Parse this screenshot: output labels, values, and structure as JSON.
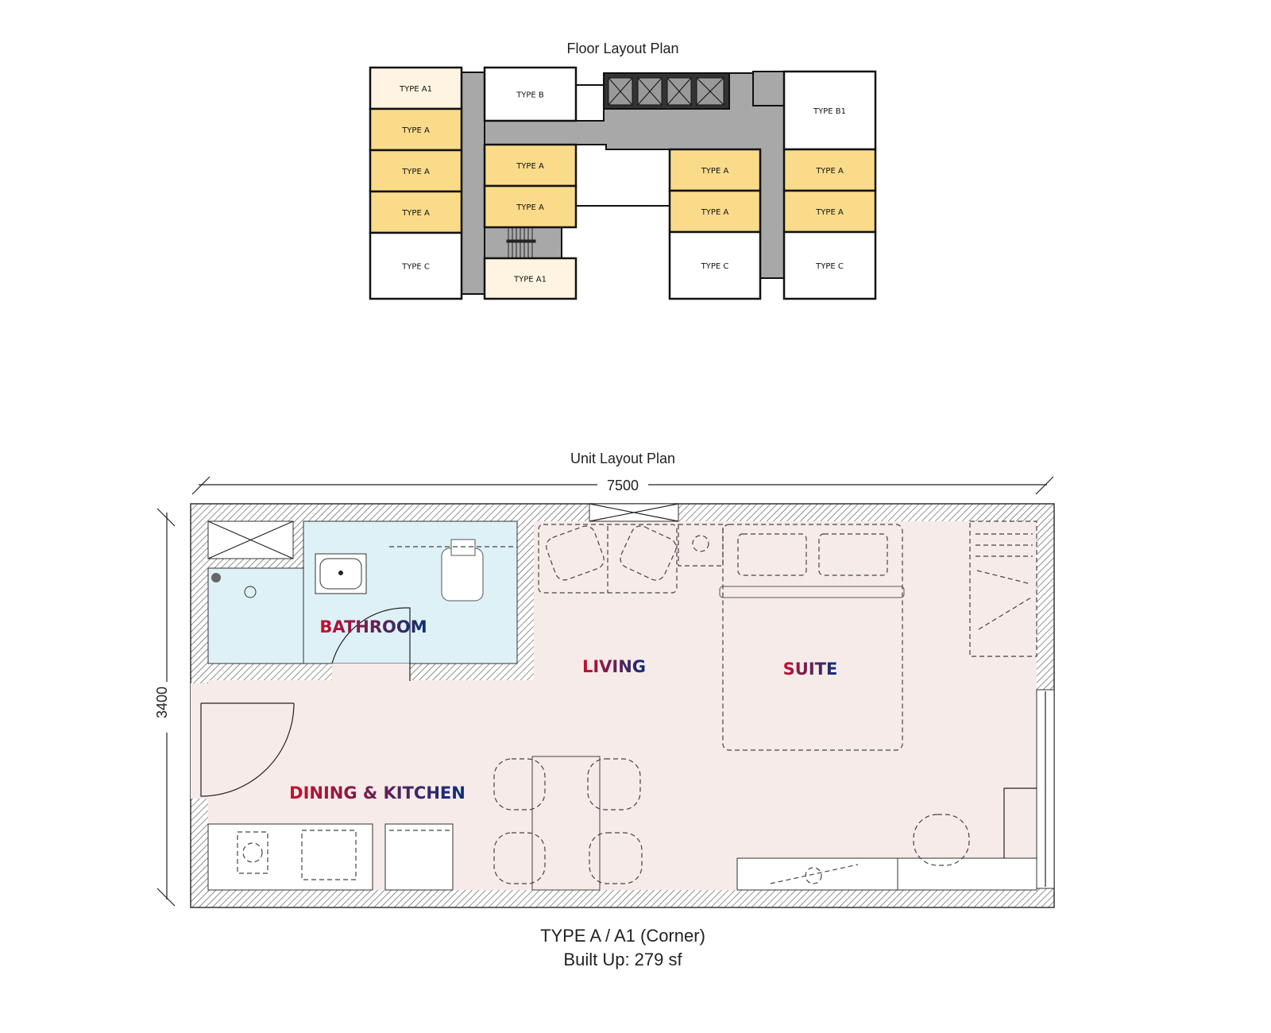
{
  "floor_plan": {
    "title": "Floor Layout Plan",
    "units": [
      {
        "label": "TYPE A1",
        "kind": "a1"
      },
      {
        "label": "TYPE A",
        "kind": "a"
      },
      {
        "label": "TYPE A",
        "kind": "a"
      },
      {
        "label": "TYPE A",
        "kind": "a"
      },
      {
        "label": "TYPE C",
        "kind": "other"
      },
      {
        "label": "TYPE B",
        "kind": "other"
      },
      {
        "label": "TYPE A",
        "kind": "a"
      },
      {
        "label": "TYPE A",
        "kind": "a"
      },
      {
        "label": "TYPE A1",
        "kind": "a1"
      },
      {
        "label": "TYPE A",
        "kind": "a"
      },
      {
        "label": "TYPE A",
        "kind": "a"
      },
      {
        "label": "TYPE C",
        "kind": "other"
      },
      {
        "label": "TYPE B1",
        "kind": "other"
      },
      {
        "label": "TYPE A",
        "kind": "a"
      },
      {
        "label": "TYPE A",
        "kind": "a"
      },
      {
        "label": "TYPE C",
        "kind": "other"
      }
    ],
    "colors": {
      "type_a": "#fadb8a",
      "type_a1": "#fff4e1",
      "corridor": "#a8a8a8"
    }
  },
  "unit_plan": {
    "title": "Unit Layout Plan",
    "width_dimension": "7500",
    "height_dimension": "3400",
    "rooms": {
      "bathroom": "BATHROOM",
      "living": "LIVING",
      "suite": "SUITE",
      "dining_kitchen": "DINING & KITCHEN"
    },
    "caption": "TYPE A / A1 (Corner)",
    "built_up": "Built Up: 279 sf",
    "colors": {
      "floor": "#f6ebe8",
      "bathroom": "#def1f7",
      "label_start": "#c8102e",
      "label_end": "#0a2f7a"
    }
  }
}
